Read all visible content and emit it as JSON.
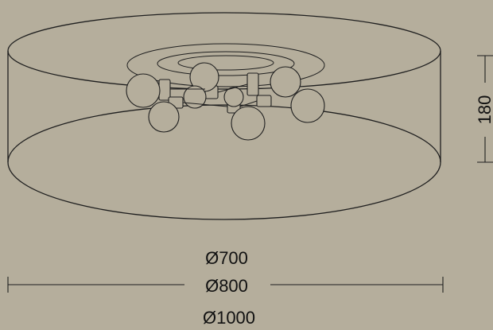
{
  "dimensions": {
    "diameter_700": "Ø700",
    "diameter_800": "Ø800",
    "diameter_1000": "Ø1000",
    "height_180": "180"
  },
  "colors": {
    "background": "#b5ae9c",
    "line": "#1f1f1f"
  }
}
